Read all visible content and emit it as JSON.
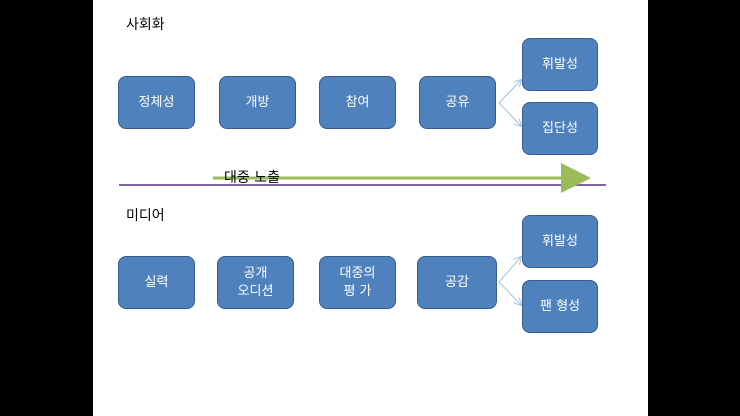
{
  "top": {
    "label": "사회화",
    "boxes": [
      "정체성",
      "개방",
      "참여",
      "공유"
    ],
    "branches": [
      "휘발성",
      "집단성"
    ]
  },
  "exposure_arrow": {
    "label": "대중 노출"
  },
  "bottom": {
    "label": "미디어",
    "boxes": [
      "실력",
      "공개\n오디션",
      "대중의\n평  가",
      "공감"
    ],
    "branches": [
      "휘발성",
      "팬 형성"
    ]
  },
  "colors": {
    "box_fill": "#4f81bd",
    "box_border": "#385d8a",
    "arrow_green": "#9bbb59",
    "divider_purple": "#8064a2",
    "connector": "#9dc3e6"
  }
}
